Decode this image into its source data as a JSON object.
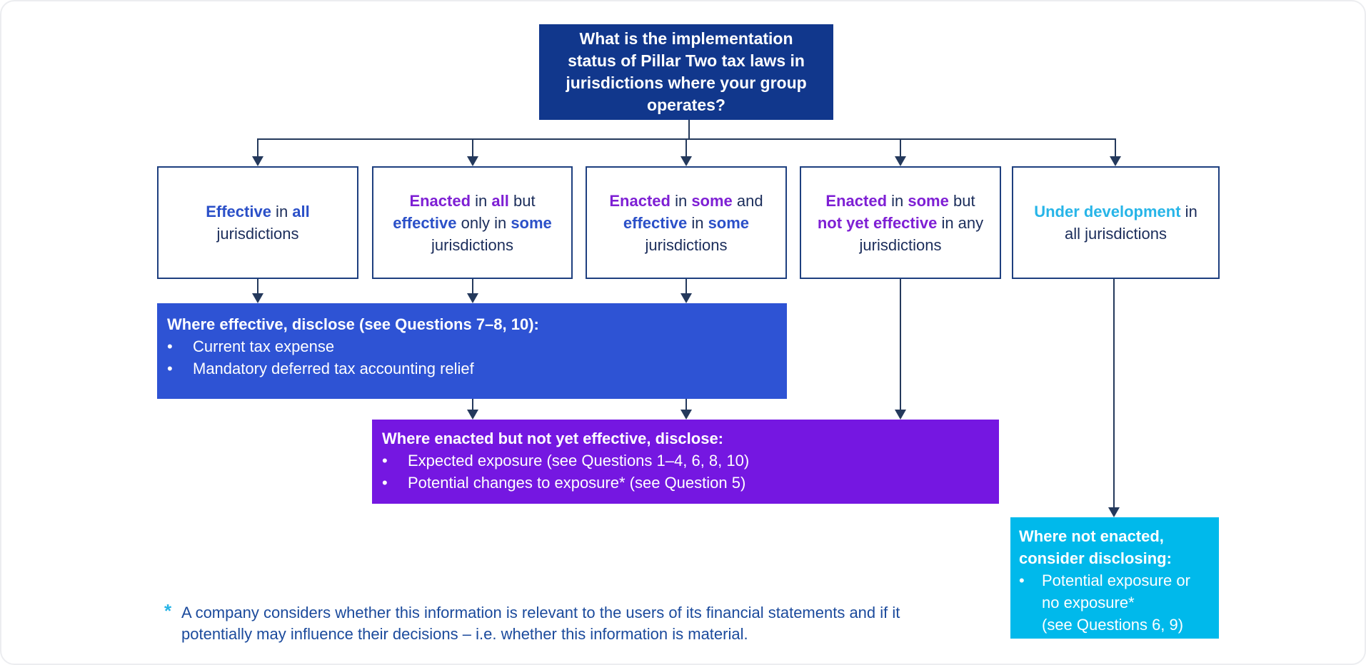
{
  "bullet_char": "•",
  "palette": {
    "navy_header": "#11378C",
    "royal_blue_box": "#2E53D4",
    "purple_box": "#7517E1",
    "cyan_box": "#00B9EB",
    "status_box_border": "#1E3F7F",
    "text_navy": "#1B2D5B",
    "accent_blue_text": "#2B50C8",
    "accent_purple_text": "#7E1FD4",
    "accent_cyan_text": "#27B5E8",
    "footnote_text_blue": "#1B4A9C",
    "connector": "#24395C"
  },
  "question_box": {
    "text": "What is the implementation\nstatus of Pillar Two tax laws in\njurisdictions where your group\noperates?"
  },
  "status_boxes": [
    {
      "id": "effective-in-all",
      "segments": [
        {
          "t": "Effective",
          "s": "blue"
        },
        {
          "t": " in ",
          "s": "plain"
        },
        {
          "t": "all",
          "s": "blue"
        },
        {
          "t": "\njurisdictions",
          "s": "plain"
        }
      ]
    },
    {
      "id": "enacted-all-effective-some",
      "segments": [
        {
          "t": "Enacted",
          "s": "purple"
        },
        {
          "t": " in ",
          "s": "plain"
        },
        {
          "t": "all",
          "s": "purple"
        },
        {
          "t": " but\n",
          "s": "plain"
        },
        {
          "t": "effective",
          "s": "blue"
        },
        {
          "t": " only in ",
          "s": "plain"
        },
        {
          "t": "some",
          "s": "blue"
        },
        {
          "t": "\njurisdictions",
          "s": "plain"
        }
      ]
    },
    {
      "id": "enacted-some-effective-some",
      "segments": [
        {
          "t": "Enacted",
          "s": "purple"
        },
        {
          "t": " in ",
          "s": "plain"
        },
        {
          "t": "some",
          "s": "purple"
        },
        {
          "t": " and\n",
          "s": "plain"
        },
        {
          "t": "effective",
          "s": "blue"
        },
        {
          "t": " in ",
          "s": "plain"
        },
        {
          "t": "some",
          "s": "blue"
        },
        {
          "t": "\njurisdictions",
          "s": "plain"
        }
      ]
    },
    {
      "id": "enacted-some-not-yet-effective",
      "segments": [
        {
          "t": "Enacted",
          "s": "purple"
        },
        {
          "t": " in ",
          "s": "plain"
        },
        {
          "t": "some",
          "s": "purple"
        },
        {
          "t": " but\n",
          "s": "plain"
        },
        {
          "t": "not yet effective",
          "s": "purple"
        },
        {
          "t": " in any\njurisdictions",
          "s": "plain"
        }
      ]
    },
    {
      "id": "under-development",
      "segments": [
        {
          "t": "Under development",
          "s": "cyan"
        },
        {
          "t": " in\nall jurisdictions",
          "s": "plain"
        }
      ]
    }
  ],
  "outcomes": {
    "effective": {
      "header": "Where effective, disclose (see Questions 7–8, 10):",
      "bullets": [
        "Current tax expense",
        "Mandatory deferred tax accounting relief"
      ]
    },
    "enacted_not_effective": {
      "header": "Where enacted but not yet effective, disclose:",
      "bullets": [
        "Expected exposure (see Questions 1–4, 6, 8, 10)",
        "Potential changes to exposure* (see Question 5)"
      ]
    },
    "not_enacted": {
      "header": "Where not enacted,\nconsider disclosing:",
      "bullets": [
        "Potential exposure or\nno exposure*\n(see Questions 6, 9)"
      ]
    }
  },
  "footnote": {
    "marker": "*",
    "text": "A company considers whether this information is relevant to the users of its financial statements and if it\npotentially may influence their decisions – i.e. whether this information is material."
  }
}
